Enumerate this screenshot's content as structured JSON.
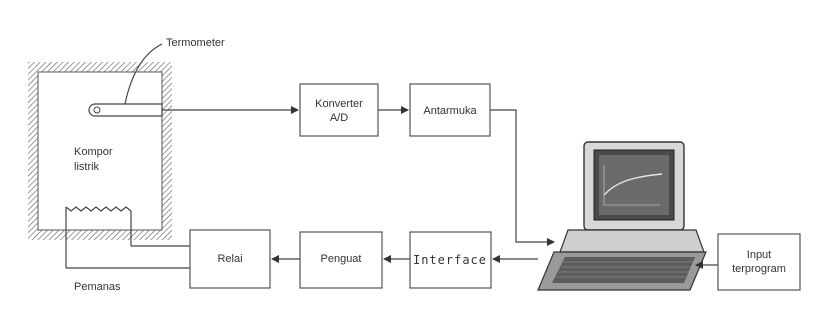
{
  "labels": {
    "thermometer": "Termometer",
    "stove_line1": "Kompor",
    "stove_line2": "listrik",
    "heater": "Pemanas",
    "adc_line1": "Konverter",
    "adc_line2": "A/D",
    "antarmuka": "Antarmuka",
    "relay": "Relai",
    "amplifier": "Penguat",
    "interface": "Interface",
    "input_line1": "Input",
    "input_line2": "terprogram"
  }
}
